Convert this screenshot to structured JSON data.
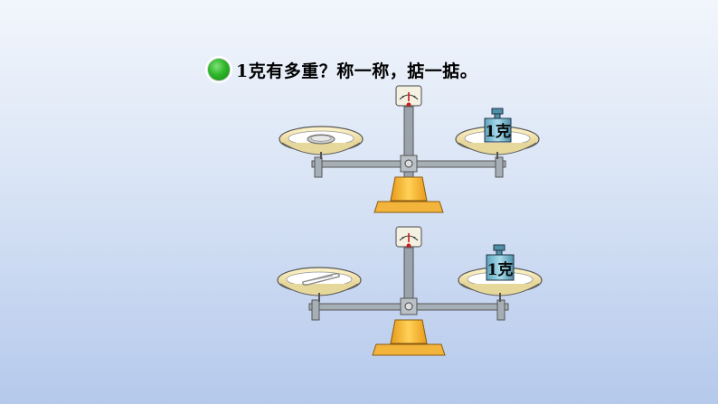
{
  "title": {
    "icon": "green-bullet-icon",
    "text": "1克有多重？称一称，掂一掂。"
  },
  "scales": [
    {
      "left_item": "coin",
      "right_weight_label": "1克"
    },
    {
      "left_item": "paper-clip",
      "right_weight_label": "1克"
    }
  ]
}
